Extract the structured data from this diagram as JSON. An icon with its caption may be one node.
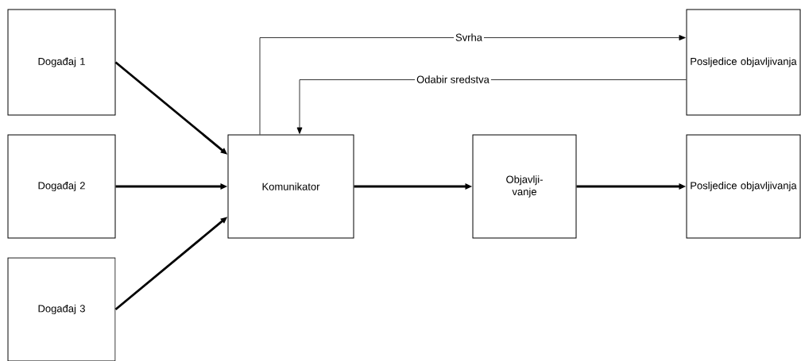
{
  "diagram": {
    "nodes": [
      {
        "text": [
          "Događaj 1"
        ]
      },
      {
        "text": [
          "Događaj 2"
        ]
      },
      {
        "text": [
          "Događaj 3"
        ]
      },
      {
        "text": [
          "Komunikator"
        ]
      },
      {
        "text": [
          "Objavlji- vanje"
        ]
      },
      {
        "text": [
          "Posljedice objavljivanja"
        ]
      },
      {
        "text": [
          "Posljedice objavljivanja"
        ]
      }
    ],
    "edges": [
      {
        "from": 0,
        "to": 3,
        "arrow": "to"
      },
      {
        "from": 1,
        "to": 3,
        "arrow": "to"
      },
      {
        "from": 2,
        "to": 3,
        "arrow": "to"
      },
      {
        "from": 3,
        "to": 5,
        "arrow": "to",
        "label": "Svrha"
      },
      {
        "from": 5,
        "to": 3,
        "arrow": "to",
        "label": "Odabir sredstva"
      },
      {
        "from": 3,
        "to": 4,
        "arrow": "to"
      },
      {
        "from": 4,
        "to": 6,
        "arrow": "to"
      }
    ]
  }
}
